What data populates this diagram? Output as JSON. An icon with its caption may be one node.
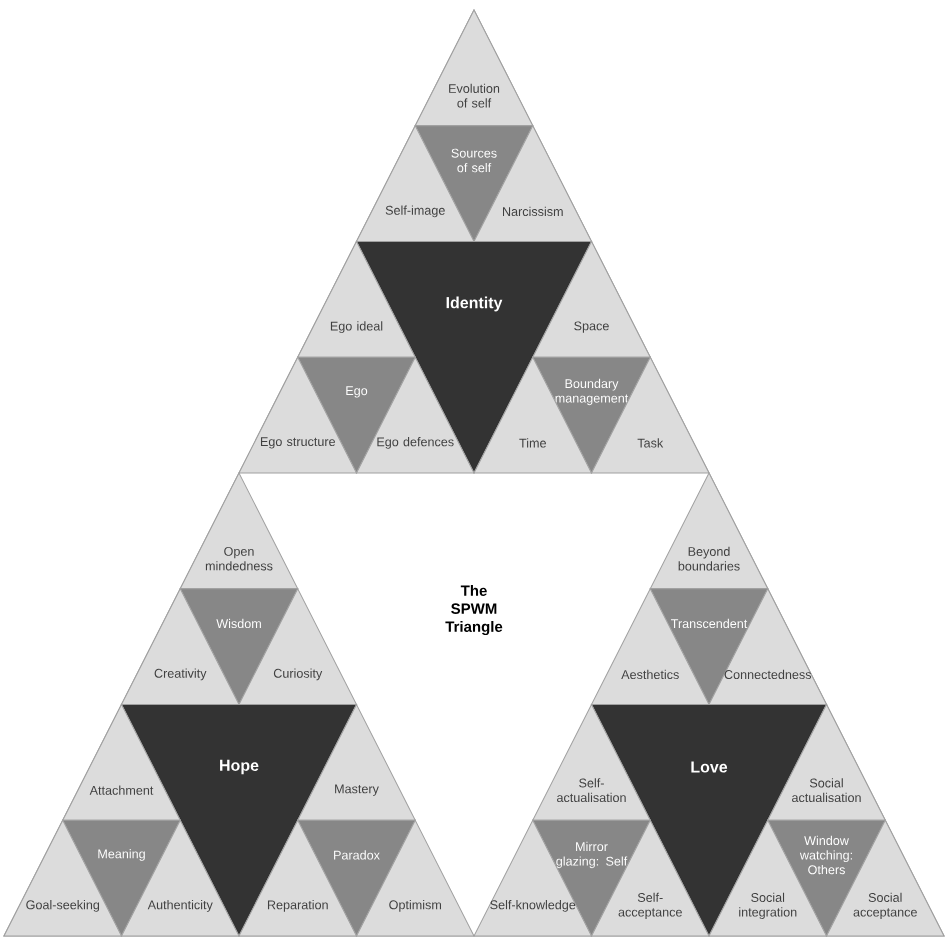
{
  "diagram": {
    "nodes": [
      {
        "text": [
          "Evolution of self"
        ]
      },
      {
        "text": [
          "Sources of self"
        ]
      },
      {
        "text": [
          "Self-image"
        ]
      },
      {
        "text": [
          "Narcissism"
        ]
      },
      {
        "text": [
          "Identity"
        ]
      },
      {
        "text": [
          "Ego ideal"
        ]
      },
      {
        "text": [
          "Ego"
        ]
      },
      {
        "text": [
          "Ego structure"
        ]
      },
      {
        "text": [
          "Ego defences"
        ]
      },
      {
        "text": [
          "Space"
        ]
      },
      {
        "text": [
          "Boundary management"
        ]
      },
      {
        "text": [
          "Time"
        ]
      },
      {
        "text": [
          "Task"
        ]
      },
      {
        "text": [
          "Open mindedness"
        ]
      },
      {
        "text": [
          "Wisdom"
        ]
      },
      {
        "text": [
          "Creativity"
        ]
      },
      {
        "text": [
          "Curiosity"
        ]
      },
      {
        "text": [
          "Hope"
        ]
      },
      {
        "text": [
          "Attachment"
        ]
      },
      {
        "text": [
          "Meaning"
        ]
      },
      {
        "text": [
          "Goal-seeking"
        ]
      },
      {
        "text": [
          "Authenticity"
        ]
      },
      {
        "text": [
          "Mastery"
        ]
      },
      {
        "text": [
          "Paradox"
        ]
      },
      {
        "text": [
          "Reparation"
        ]
      },
      {
        "text": [
          "Optimism"
        ]
      },
      {
        "text": [
          "Beyond boundaries"
        ]
      },
      {
        "text": [
          "Transcendent"
        ]
      },
      {
        "text": [
          "Aesthetics"
        ]
      },
      {
        "text": [
          "Connectedness"
        ]
      },
      {
        "text": [
          "Love"
        ]
      },
      {
        "text": [
          "Self-actualisation"
        ]
      },
      {
        "text": [
          "Mirror glazing: Self"
        ]
      },
      {
        "text": [
          "Self-knowledge"
        ]
      },
      {
        "text": [
          "Self-acceptance"
        ]
      },
      {
        "text": [
          "Social actualisation"
        ]
      },
      {
        "text": [
          "Window watching: Others"
        ]
      },
      {
        "text": [
          "Social integration"
        ]
      },
      {
        "text": [
          "Social acceptance"
        ]
      }
    ],
    "labels": [
      "The SPWM Triangle"
    ]
  }
}
